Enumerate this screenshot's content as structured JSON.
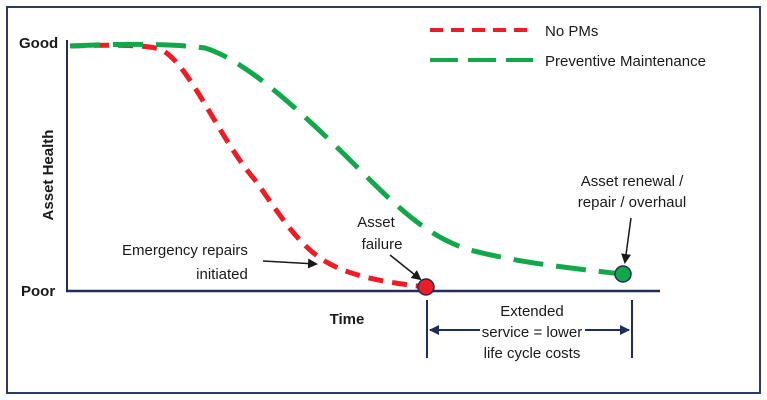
{
  "axes": {
    "y_label": "Asset Health",
    "y_top_label": "Good",
    "y_bottom_label": "Poor",
    "x_label": "Time"
  },
  "legend": {
    "items": [
      {
        "label": "No PMs",
        "color": "#ee1c24",
        "dash": "short"
      },
      {
        "label": "Preventive Maintenance",
        "color": "#12a84a",
        "dash": "long"
      }
    ]
  },
  "annotations": {
    "emergency_line1": "Emergency repairs",
    "emergency_line2": "initiated",
    "failure_line1": "Asset",
    "failure_line2": "failure",
    "renewal_line1": "Asset renewal /",
    "renewal_line2": "repair / overhaul",
    "extended_line1": "Extended",
    "extended_line2": "service = lower",
    "extended_line3": "life cycle costs"
  },
  "markers": {
    "failure_color": "#ee1c24",
    "renewal_color": "#12a84a"
  },
  "colors": {
    "frame": "#2b3a67",
    "axis": "#1f2d5c",
    "text": "#1a1a1a"
  }
}
